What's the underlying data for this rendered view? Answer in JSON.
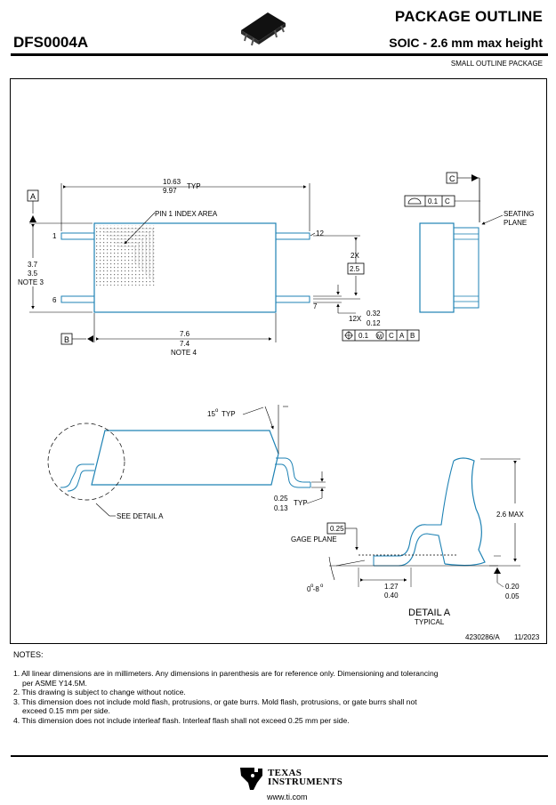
{
  "header": {
    "title": "PACKAGE OUTLINE",
    "device": "DFS0004A",
    "subtitle": "SOIC - 2.6 mm max height",
    "package_type": "SMALL OUTLINE PACKAGE"
  },
  "top_view": {
    "pin1_label": "PIN 1 INDEX AREA",
    "datum_a": "A",
    "datum_b": "B",
    "length_max": "10.63",
    "length_min": "9.97",
    "length_suffix": "TYP",
    "width_max": "3.7",
    "width_min": "3.5",
    "width_note": "NOTE 3",
    "body_max": "7.6",
    "body_min": "7.4",
    "body_note": "NOTE 4",
    "pin_1": "1",
    "pin_6": "6",
    "pin_12": "12",
    "pin_7": "7",
    "pitch_count": "2X",
    "pitch": "2.5",
    "lead_count": "12X",
    "lead_max": "0.32",
    "lead_min": "0.12",
    "pos_tol": "0.1",
    "pos_ref_1": "C",
    "pos_ref_2": "A",
    "pos_ref_3": "B"
  },
  "side_view": {
    "datum_c": "C",
    "flat_tol": "0.1",
    "flat_ref": "C",
    "seating": "SEATING",
    "plane": "PLANE"
  },
  "front_view": {
    "angle": "15",
    "angle_suffix": "TYP",
    "thick_max": "0.25",
    "thick_min": "0.13",
    "thick_suffix": "TYP",
    "see_detail": "SEE DETAIL  A"
  },
  "detail": {
    "gage": "0.25",
    "gage_plane": "GAGE PLANE",
    "height": "2.6 MAX",
    "angle": "0 -8",
    "foot_max": "1.27",
    "foot_min": "0.40",
    "stand_max": "0.20",
    "stand_min": "0.05",
    "title": "DETAIL A",
    "subtitle": "TYPICAL"
  },
  "drawing_id": "4230286/A",
  "drawing_date": "11/2023",
  "notes": {
    "title": "NOTES:",
    "items": [
      "1. All linear dimensions are in millimeters. Any dimensions in parenthesis are for reference only. Dimensioning and tolerancing",
      "    per ASME Y14.5M.",
      "2. This drawing is subject to change without notice.",
      "3. This dimension does not include mold flash, protrusions, or gate burrs. Mold flash, protrusions, or gate burrs shall not",
      "    exceed 0.15 mm per side.",
      "4. This dimension does not include interleaf flash. Interleaf flash shall not exceed 0.25 mm per side."
    ]
  },
  "footer": {
    "brand_line1": "TEXAS",
    "brand_line2": "INSTRUMENTS",
    "url": "www.ti.com"
  },
  "colors": {
    "outline": "#1e82b4",
    "line": "#000000"
  }
}
